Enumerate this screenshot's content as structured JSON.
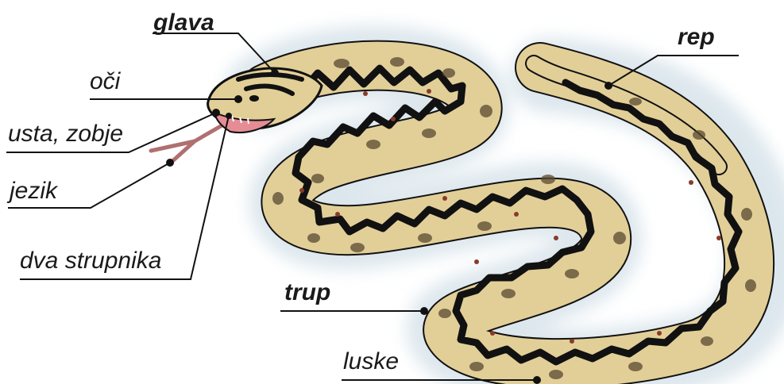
{
  "labels": {
    "glava": "glava",
    "oci": "oči",
    "usta_zobje": "usta, zobje",
    "jezik": "jezik",
    "dva_strupnika": "dva strupnika",
    "trup": "trup",
    "luske": "luske",
    "rep": "rep"
  },
  "colors": {
    "skin": "#e2cf98",
    "stripe": "#111111",
    "spot": "#8a5a2a",
    "shadow": "#d7e3ea",
    "mouth": "#e58c95",
    "tongue": "#b07070",
    "line": "#111111"
  }
}
